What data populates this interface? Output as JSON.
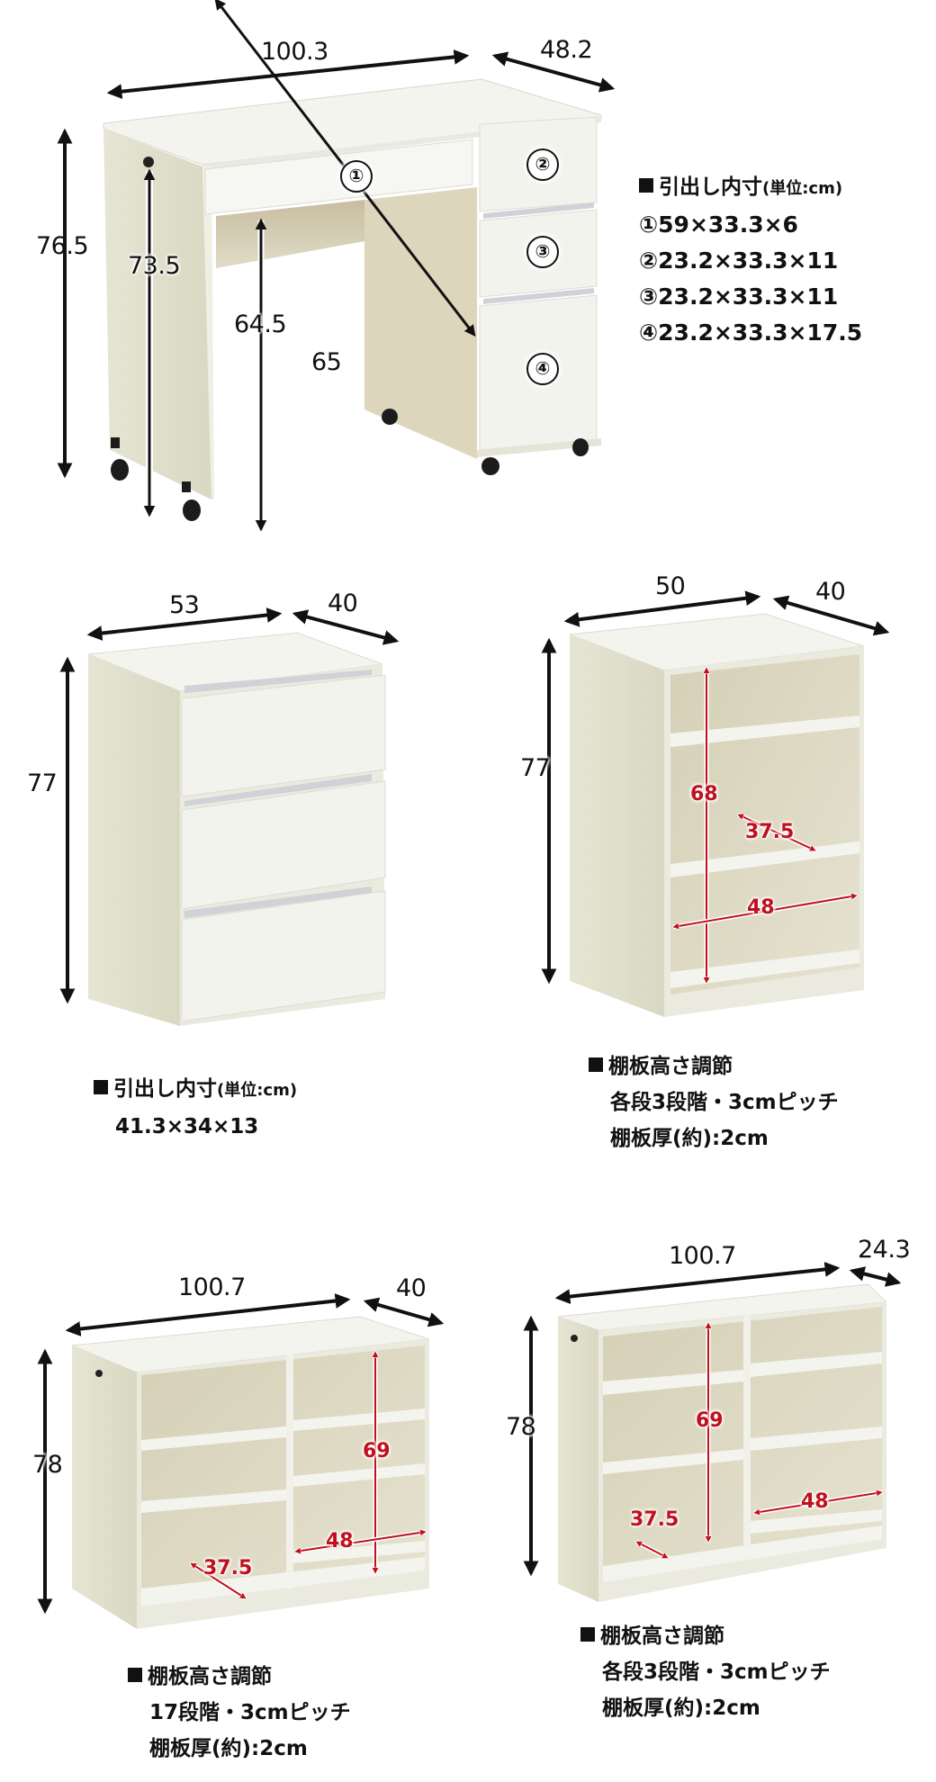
{
  "desk": {
    "dimensions": {
      "width": "100.3",
      "depth": "48.2",
      "height": "76.5",
      "under_top_height": "73.5",
      "knee_height": "64.5",
      "knee_width": "65"
    },
    "drawer_labels": [
      "①",
      "②",
      "③",
      "④"
    ],
    "caption": {
      "title": "引出し内寸",
      "unit": "(単位:cm)",
      "lines": [
        "①59×33.3×6",
        "②23.2×33.3×11",
        "③23.2×33.3×11",
        "④23.2×33.3×17.5"
      ]
    }
  },
  "chest": {
    "dimensions": {
      "width": "53",
      "depth": "40",
      "height": "77"
    },
    "caption": {
      "title": "引出し内寸",
      "unit": "(単位:cm)",
      "lines": [
        "41.3×34×13"
      ]
    }
  },
  "shelf_small": {
    "dimensions": {
      "width": "50",
      "depth": "40",
      "height": "77",
      "inner_height": "68",
      "inner_depth": "37.5",
      "inner_width": "48"
    },
    "caption": {
      "title": "棚板高さ調節",
      "lines": [
        "各段3段階・3cmピッチ",
        "棚板厚(約):2cm"
      ]
    }
  },
  "shelf_wide": {
    "dimensions": {
      "width": "100.7",
      "depth": "40",
      "height": "78",
      "inner_height": "69",
      "inner_depth": "37.5",
      "inner_width": "48"
    },
    "caption": {
      "title": "棚板高さ調節",
      "lines": [
        "17段階・3cmピッチ",
        "棚板厚(約):2cm"
      ]
    }
  },
  "shelf_slim": {
    "dimensions": {
      "width": "100.7",
      "depth": "24.3",
      "height": "78",
      "inner_height": "69",
      "inner_depth": "37.5",
      "inner_width": "48"
    },
    "caption": {
      "title": "棚板高さ調節",
      "lines": [
        "各段3段階・3cmピッチ",
        "棚板厚(約):2cm"
      ]
    }
  },
  "colors": {
    "dimension_red": "#c0101e",
    "panel_white": "#f1f1ea",
    "side_panel": "#e2e1cf",
    "interior": "#d8d4bd",
    "arrow": "#111111"
  }
}
